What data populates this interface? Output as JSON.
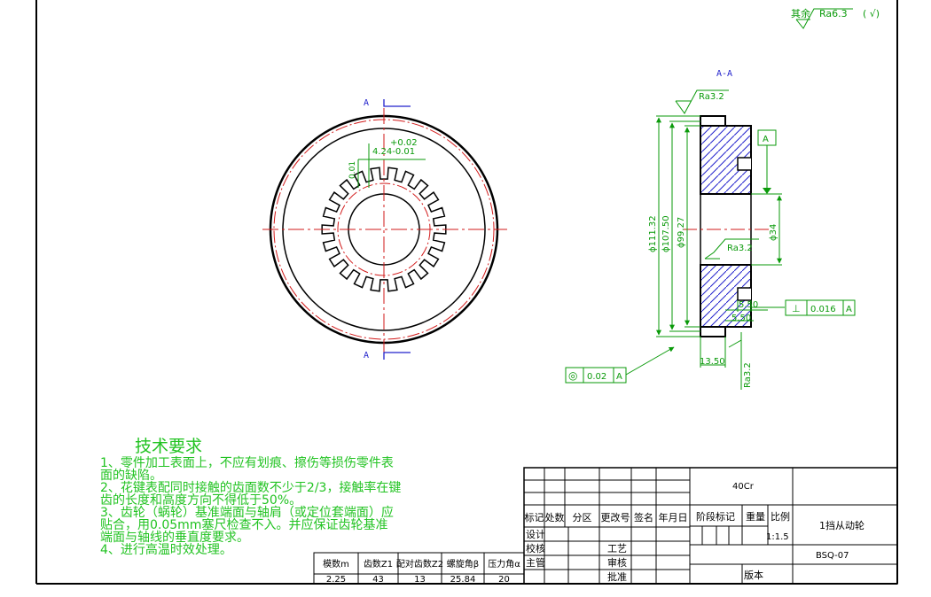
{
  "surface_note": {
    "text": "其余",
    "roughness": "Ra6.3",
    "paren": "( √)"
  },
  "section_label": "A-A",
  "view_marks": {
    "top": "A",
    "bottom": "A"
  },
  "front_dims": {
    "tol_upper": "+0.02",
    "tol_lower": "4.24-0.01",
    "small": "0.01"
  },
  "section_dims": {
    "d1": "ϕ111.32",
    "d2": "ϕ107.50",
    "d3": "ϕ99.27",
    "d4": "ϕ34",
    "ra_top": "Ra3.2",
    "ra_mid": "Ra3.2",
    "ra_bottom": "Ra3.2",
    "w1": "5.50",
    "w2": "5.50",
    "w3": "13.50",
    "datum": "A",
    "perp_symbol": "⊥",
    "perp_value": "0.016",
    "perp_ref": "A",
    "conc_symbol": "◎",
    "conc_value": "0.02",
    "conc_ref": "A"
  },
  "tech": {
    "title": "技术要求",
    "lines": [
      "1、零件加工表面上，不应有划痕、擦伤等损伤零件表",
      "   面的缺陷。",
      "2、花键表配同时接触的齿面数不少于2/3，接触率在键",
      "   齿的长度和高度方向不得低于50%。",
      "3、齿轮（蜗轮）基准端面与轴肩（或定位套端面）应",
      "   贴合，用0.05mm塞尺检查不入。并应保证齿轮基准",
      "   端面与轴线的垂直度要求。",
      "4、进行高温时效处理。"
    ]
  },
  "gear_table": {
    "headers": [
      "模数m",
      "齿数Z1",
      "配对齿数Z2",
      "螺旋角β",
      "压力角α"
    ],
    "values": [
      "2.25",
      "43",
      "13",
      "25.84",
      "20"
    ]
  },
  "title_block": {
    "material": "40Cr",
    "part_name": "1挡从动轮",
    "drawing_no": "BSQ-07",
    "scale": "1:1.5",
    "version_label": "版本",
    "row_headers": [
      "标记",
      "处数",
      "分区",
      "更改号",
      "签名",
      "年月日"
    ],
    "stage_headers": [
      "阶段标记",
      "重量",
      "比例"
    ],
    "roles": [
      "设计",
      "校核",
      "主管"
    ],
    "roles2": [
      "工艺",
      "审核",
      "批准"
    ]
  }
}
